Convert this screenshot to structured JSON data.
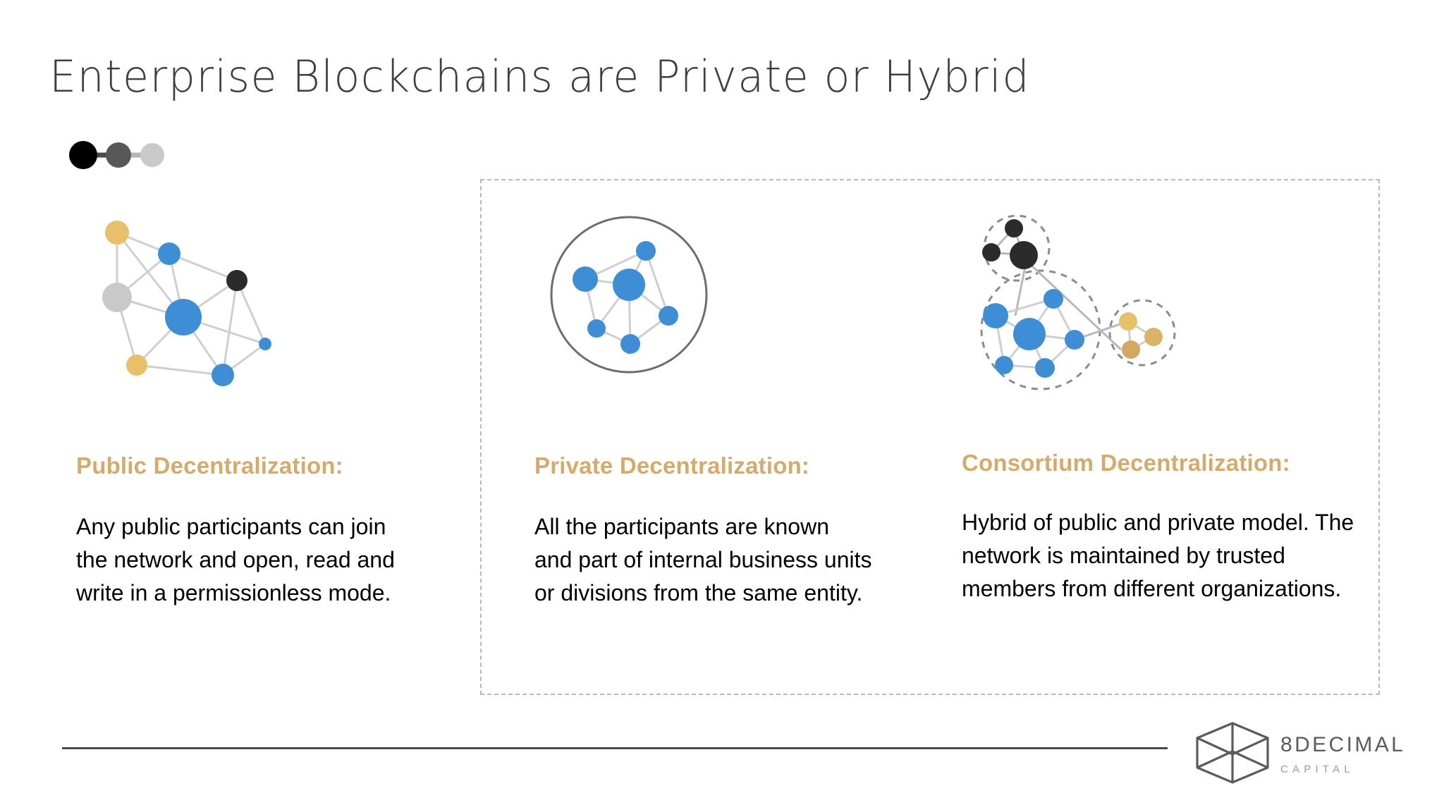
{
  "slide": {
    "title": "Enterprise Blockchains are Private or Hybrid",
    "background_color": "#ffffff"
  },
  "progress_dots": {
    "name": "three-step-progress-indicator",
    "dots": [
      {
        "label": "step-1",
        "color": "#000000"
      },
      {
        "label": "step-2",
        "color": "#585858"
      },
      {
        "label": "step-3",
        "color": "#c9c9c9"
      }
    ],
    "connector_colors": [
      "#4a4a4a",
      "#b4b4b4"
    ]
  },
  "palette": {
    "heading_gold": "#d5ab6c",
    "node_blue": "#3d8ed4",
    "node_gold": "#e8c06a",
    "node_dark": "#2b2b2b",
    "node_grey": "#c9c9c9",
    "edge_grey": "#cfcfcf",
    "dashed_border": "#b9b9b9",
    "title_grey": "#3f3f3f",
    "footer_rule": "#4a4a4a",
    "logo_text": "#5a5a5f",
    "logo_sub": "#9a9aa0"
  },
  "columns": [
    {
      "id": "public",
      "graphic_name": "public-decentralization-network-diagram",
      "heading": "Public Decentralization:",
      "body": "Any public participants can join the network and open, read and write in a permissionless mode.",
      "in_dashed_box": false
    },
    {
      "id": "private",
      "graphic_name": "private-decentralization-network-diagram",
      "heading": "Private Decentralization:",
      "body": "All the participants are known and part of internal business units or divisions from the same entity.",
      "in_dashed_box": true
    },
    {
      "id": "consortium",
      "graphic_name": "consortium-decentralization-network-diagram",
      "heading": "Consortium Decentralization:",
      "body": "Hybrid of public and private model. The network is maintained by trusted members from different organizations.",
      "in_dashed_box": true
    }
  ],
  "footer": {
    "rule_name": "footer-divider-line",
    "logo": {
      "mark_name": "8decimal-cube-logo-mark",
      "name": "8DECIMAL",
      "subtitle": "CAPITAL"
    }
  }
}
